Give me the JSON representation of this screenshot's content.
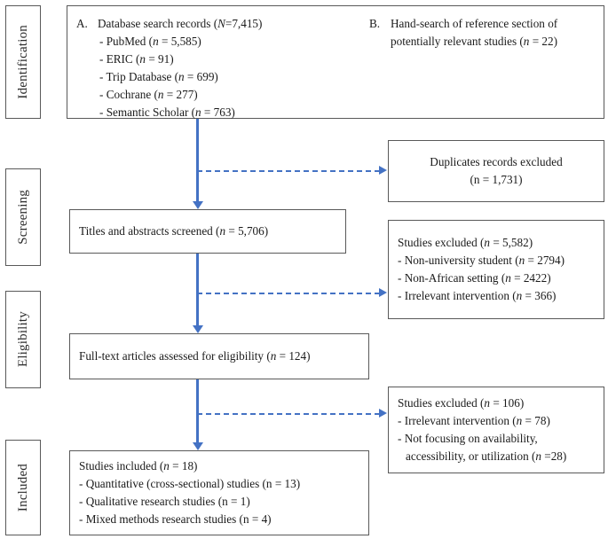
{
  "diagram": {
    "type": "prisma-flow-diagram",
    "accent_color": "#4472C4",
    "box_border_color": "#595959"
  },
  "stages": [
    {
      "key": "identification",
      "label": "Identification"
    },
    {
      "key": "screening",
      "label": "Screening"
    },
    {
      "key": "eligibility",
      "label": "Eligibility"
    },
    {
      "key": "included",
      "label": "Included"
    }
  ],
  "identification": {
    "source_a": {
      "marker": "A.",
      "title_prefix": "Database search records (",
      "title_italic": "N",
      "title_suffix": "=7,415)",
      "databases": [
        {
          "prefix": "- PubMed (",
          "italic": "n",
          "suffix": " = 5,585)"
        },
        {
          "prefix": "- ERIC (",
          "italic": "n",
          "suffix": " = 91)"
        },
        {
          "prefix": "- Trip Database (",
          "italic": "n",
          "suffix": " = 699)"
        },
        {
          "prefix": "- Cochrane (",
          "italic": "n",
          "suffix": " = 277)"
        },
        {
          "prefix": "- Semantic Scholar (",
          "italic": "n",
          "suffix": " = 763)"
        }
      ]
    },
    "source_b": {
      "marker": "B.",
      "line1": "Hand-search of reference section of",
      "line2_prefix": "potentially relevant studies (",
      "line2_italic": "n",
      "line2_suffix": " = 22)"
    }
  },
  "duplicates_excluded": {
    "line1": "Duplicates records excluded",
    "line2": "(n = 1,731)"
  },
  "titles_screened": {
    "prefix": "Titles and abstracts screened (",
    "italic": "n",
    "suffix": " = 5,706)"
  },
  "screening_excluded": {
    "header_prefix": "Studies excluded (",
    "header_italic": "n",
    "header_suffix": " = 5,582)",
    "reasons": [
      {
        "prefix": "- Non-university student (",
        "italic": "n",
        "suffix": " = 2794)"
      },
      {
        "prefix": "- Non-African setting (",
        "italic": "n",
        "suffix": " = 2422)"
      },
      {
        "prefix": "- Irrelevant intervention (",
        "italic": "n",
        "suffix": " = 366)"
      }
    ]
  },
  "fulltext_assessed": {
    "prefix": "Full-text articles assessed for eligibility (",
    "italic": "n",
    "suffix": " = 124)"
  },
  "eligibility_excluded": {
    "header_prefix": "Studies excluded (",
    "header_italic": "n",
    "header_suffix": " = 106)",
    "reason1": {
      "prefix": "- Irrelevant intervention (",
      "italic": "n",
      "suffix": " = 78)"
    },
    "reason2_line1": "- Not focusing on availability,",
    "reason2_line2_prefix": "accessibility, or utilization (",
    "reason2_line2_italic": "n",
    "reason2_line2_suffix": " =28)"
  },
  "studies_included": {
    "header_prefix": "Studies included (",
    "header_italic": "n",
    "header_suffix": " = 18)",
    "designs": [
      {
        "text": "- Quantitative (cross-sectional) studies (n = 13)"
      },
      {
        "text": "- Qualitative research studies (n = 1)"
      },
      {
        "text": "- Mixed methods research studies (n = 4)"
      }
    ]
  }
}
